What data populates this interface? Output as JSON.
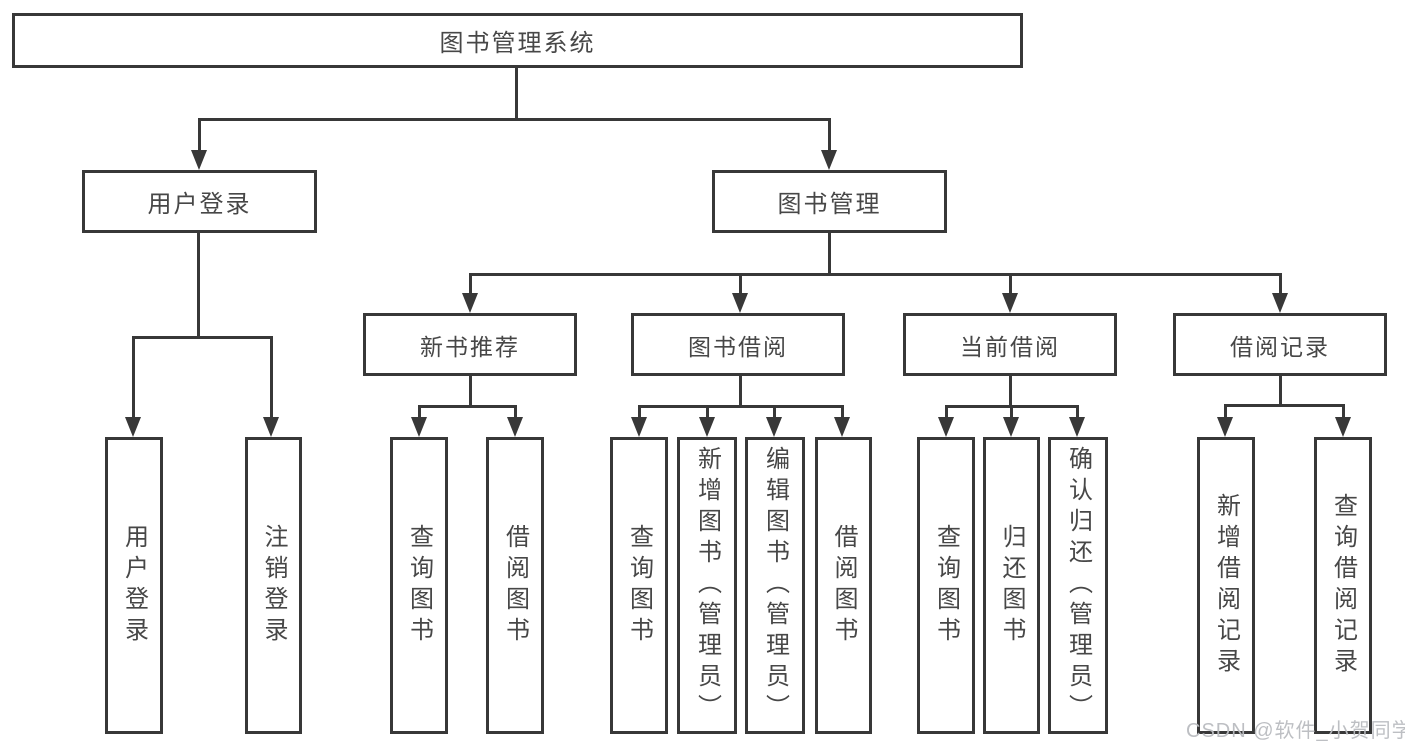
{
  "diagram": {
    "root": "图书管理系统",
    "level2": [
      {
        "label": "用户登录"
      },
      {
        "label": "图书管理"
      }
    ],
    "level3": [
      {
        "label": "新书推荐"
      },
      {
        "label": "图书借阅"
      },
      {
        "label": "当前借阅"
      },
      {
        "label": "借阅记录"
      }
    ],
    "leaves": {
      "user": [
        "用户登录",
        "注销登录"
      ],
      "recommend": [
        "查询图书",
        "借阅图书"
      ],
      "borrow": [
        "查询图书",
        "新增图书（管理员）",
        "编辑图书（管理员）",
        "借阅图书"
      ],
      "current": [
        "查询图书",
        "归还图书",
        "确认归还（管理员）"
      ],
      "records": [
        "新增借阅记录",
        "查询借阅记录"
      ]
    }
  },
  "colors": {
    "line": "#383838",
    "text": "#474747",
    "watermark": "#b9bcc0"
  },
  "watermark": {
    "text": "CSDN @软件_小贺同学"
  }
}
